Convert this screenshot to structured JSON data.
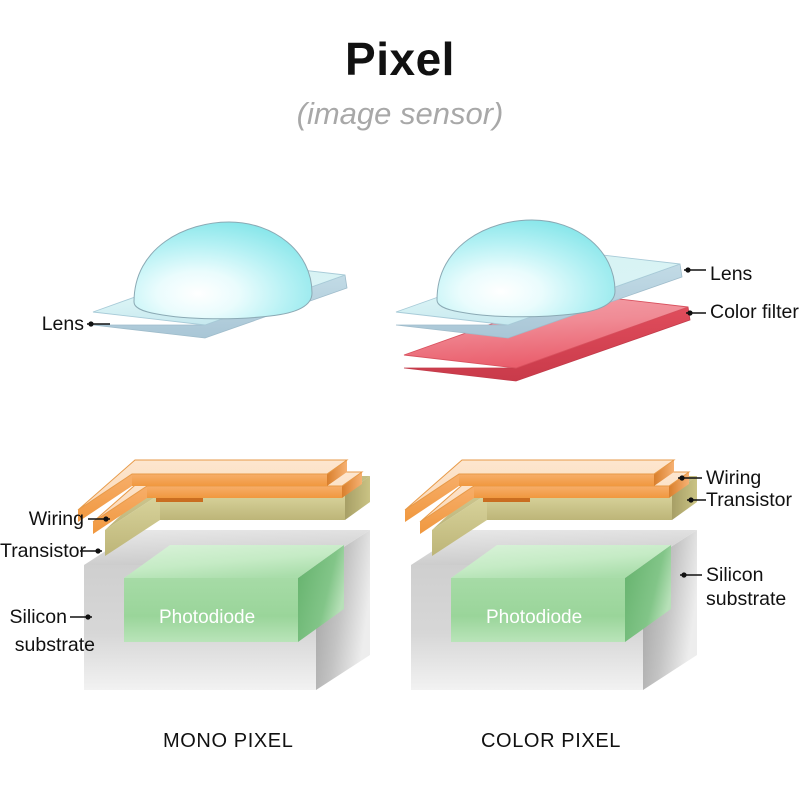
{
  "header": {
    "title": "Pixel",
    "subtitle": "(image sensor)"
  },
  "colors": {
    "title": "#111111",
    "subtitle": "#a8a8a8",
    "lens_plate": "#d8f2f4",
    "lens_dome": "#7fe8e8",
    "color_filter": "#ef5f6b",
    "wiring": "#f5a25a",
    "transistor": "#c3bd83",
    "substrate": "#c9c9c9",
    "photodiode": "#9cd79c",
    "label_text": "#111111",
    "photodiode_text": "#ffffff"
  },
  "top_row": {
    "mono": {
      "labels": [
        {
          "id": "lens",
          "text": "Lens",
          "side": "left"
        }
      ]
    },
    "color": {
      "labels": [
        {
          "id": "lens",
          "text": "Lens",
          "side": "right"
        },
        {
          "id": "color-filter",
          "text": "Color filter",
          "side": "right"
        }
      ]
    }
  },
  "bottom_row": {
    "mono": {
      "block_text": "Photodiode",
      "labels": [
        {
          "id": "wiring",
          "text": "Wiring",
          "side": "left"
        },
        {
          "id": "transistor",
          "text": "Transistor",
          "side": "left"
        },
        {
          "id": "silicon-line1",
          "text": "Silicon",
          "side": "left"
        },
        {
          "id": "silicon-line2",
          "text": "substrate",
          "side": "left"
        }
      ]
    },
    "color": {
      "block_text": "Photodiode",
      "labels": [
        {
          "id": "wiring",
          "text": "Wiring",
          "side": "right"
        },
        {
          "id": "transistor",
          "text": "Transistor",
          "side": "right"
        },
        {
          "id": "silicon-line1",
          "text": "Silicon",
          "side": "right"
        },
        {
          "id": "silicon-line2",
          "text": "substrate",
          "side": "right"
        }
      ]
    }
  },
  "captions": {
    "mono": "MONO PIXEL",
    "color": "COLOR PIXEL"
  }
}
